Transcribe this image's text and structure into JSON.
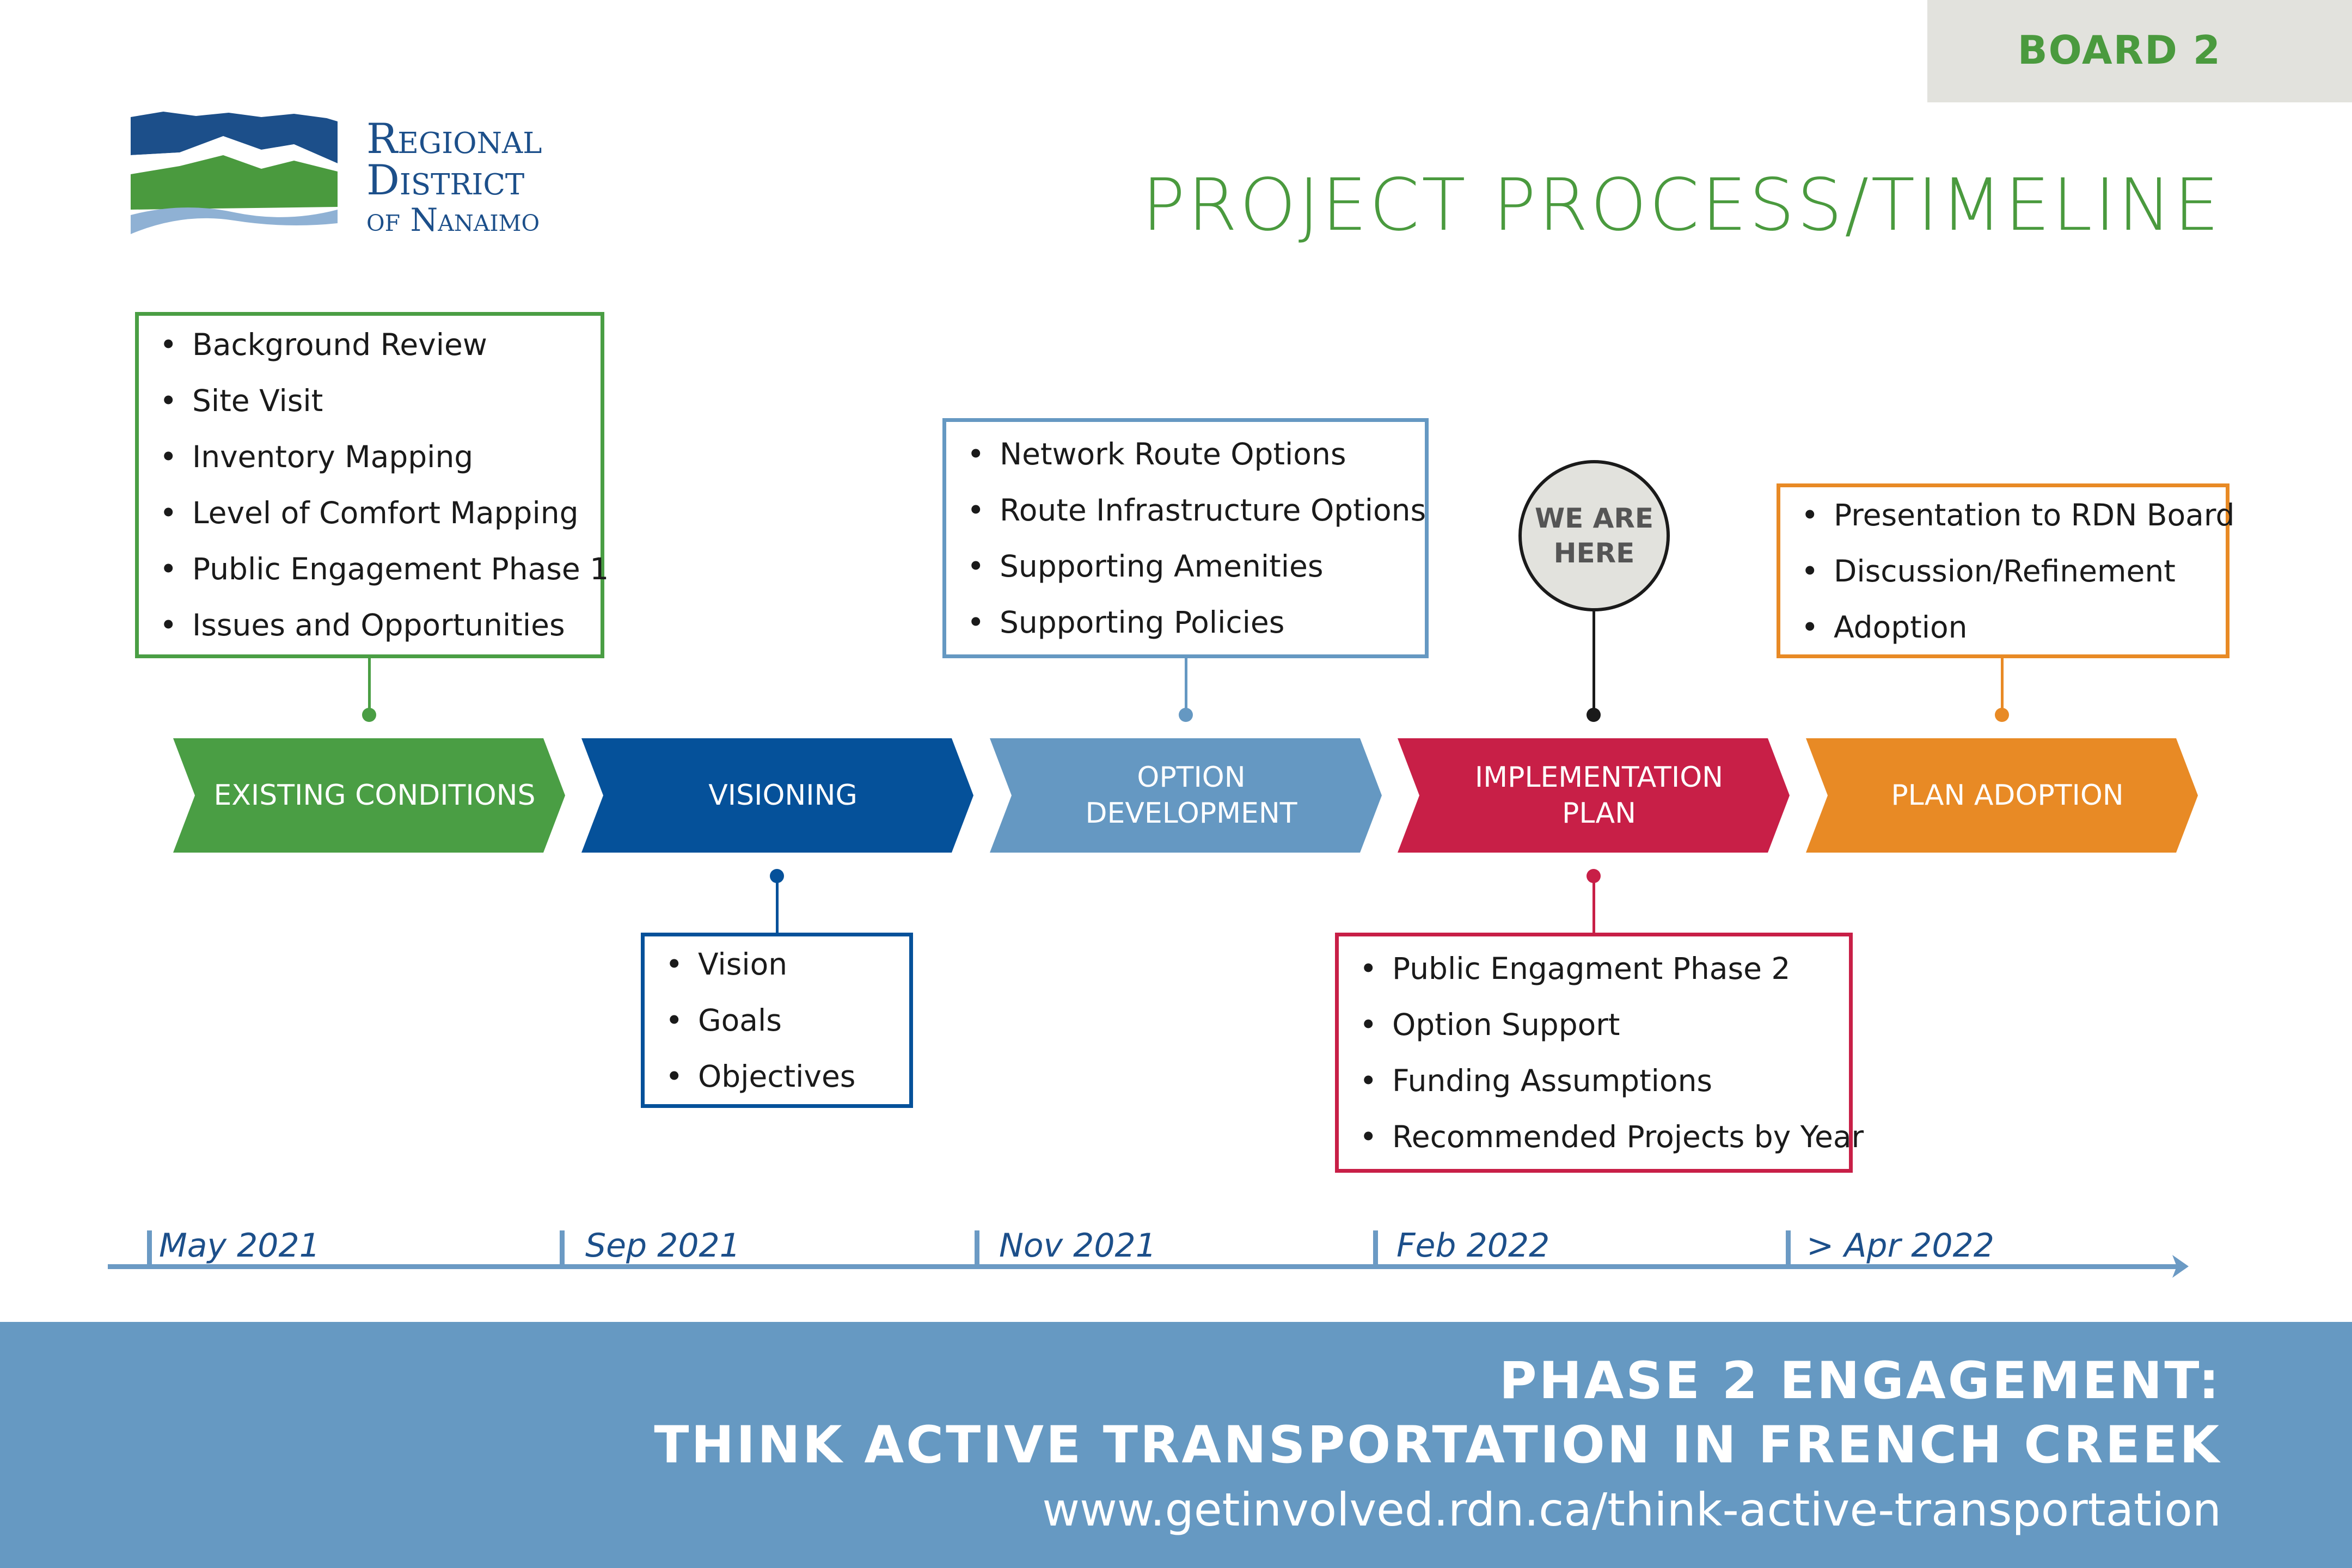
{
  "board_label": "BOARD 2",
  "logo": {
    "line1": "Regional",
    "line2": "District",
    "line3": "of Nanaimo",
    "colors": {
      "blue": "#1c4f8a",
      "green": "#4a9a3e",
      "light_blue": "#8fb1d4"
    }
  },
  "title": "PROJECT PROCESS/TIMELINE",
  "phases": [
    {
      "label": "EXISTING CONDITIONS",
      "color": "#4a9e44",
      "items": [
        "Background Review",
        "Site Visit",
        "Inventory Mapping",
        "Level of Comfort Mapping",
        "Public Engagement Phase 1",
        "Issues and Opportunities"
      ]
    },
    {
      "label": "VISIONING",
      "color": "#05519a",
      "items": [
        "Vision",
        "Goals",
        "Objectives"
      ]
    },
    {
      "label": "OPTION\nDEVELOPMENT",
      "color": "#6598c2",
      "items": [
        "Network Route Options",
        "Route Infrastructure  Options",
        "Supporting Amenities",
        "Supporting Policies"
      ]
    },
    {
      "label": "IMPLEMENTATION\nPLAN",
      "color": "#c81f47",
      "items": [
        "Public Engagment  Phase 2",
        "Option Support",
        "Funding Assumptions",
        "Recommended Projects by Year"
      ]
    },
    {
      "label": "PLAN ADOPTION",
      "color": "#e88a25",
      "items": [
        "Presentation to RDN Board",
        "Discussion/Refinement",
        "Adoption"
      ]
    }
  ],
  "marker": {
    "text": "WE ARE\nHERE"
  },
  "timeline": [
    "May 2021",
    "Sep 2021",
    "Nov 2021",
    "Feb 2022",
    "> Apr 2022"
  ],
  "footer": {
    "line1": "PHASE 2 ENGAGEMENT:",
    "line2": "THINK ACTIVE TRANSPORTATION IN FRENCH CREEK",
    "url": "www.getinvolved.rdn.ca/think-active-transportation"
  }
}
